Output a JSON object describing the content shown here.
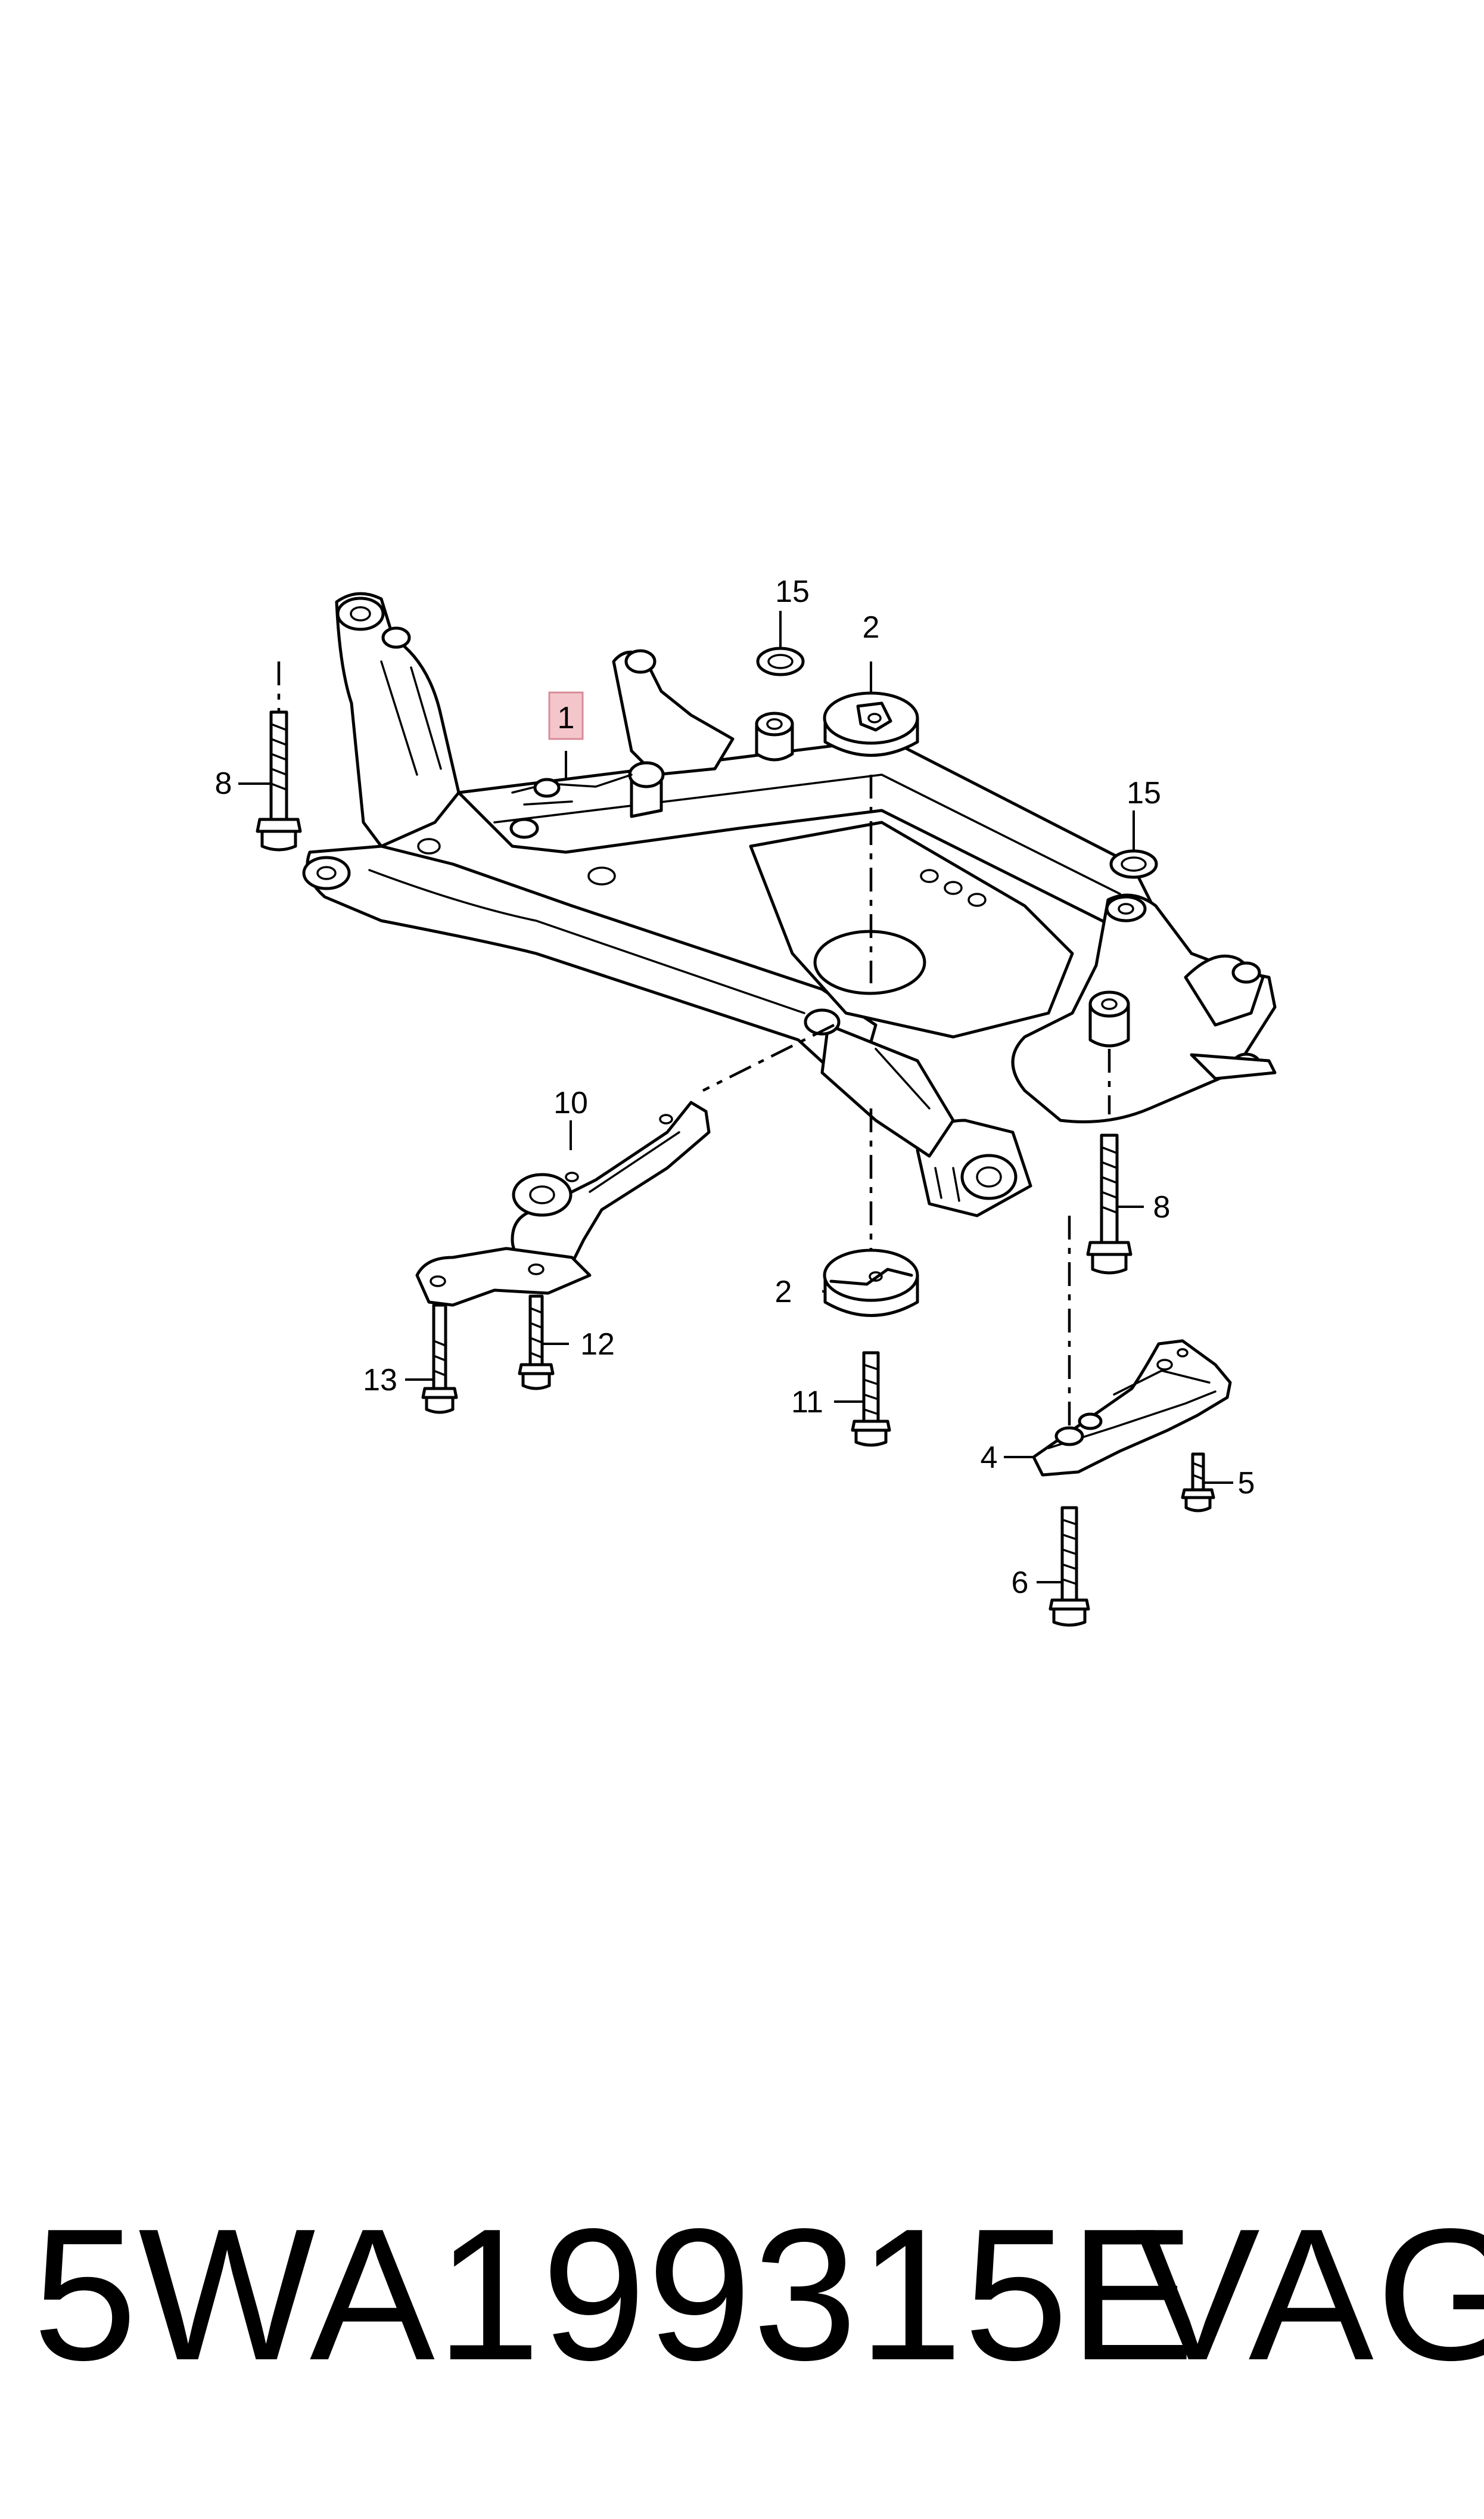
{
  "callouts": {
    "c1": "1",
    "c2a": "2",
    "c2b": "2",
    "c4": "4",
    "c5": "5",
    "c6": "6",
    "c8a": "8",
    "c8b": "8",
    "c10": "10",
    "c11": "11",
    "c12": "12",
    "c13": "13",
    "c15a": "15",
    "c15b": "15"
  },
  "highlight_color": "#f4c6cc",
  "footer": {
    "part_number": "5WA199315E",
    "brand": "VAG"
  }
}
